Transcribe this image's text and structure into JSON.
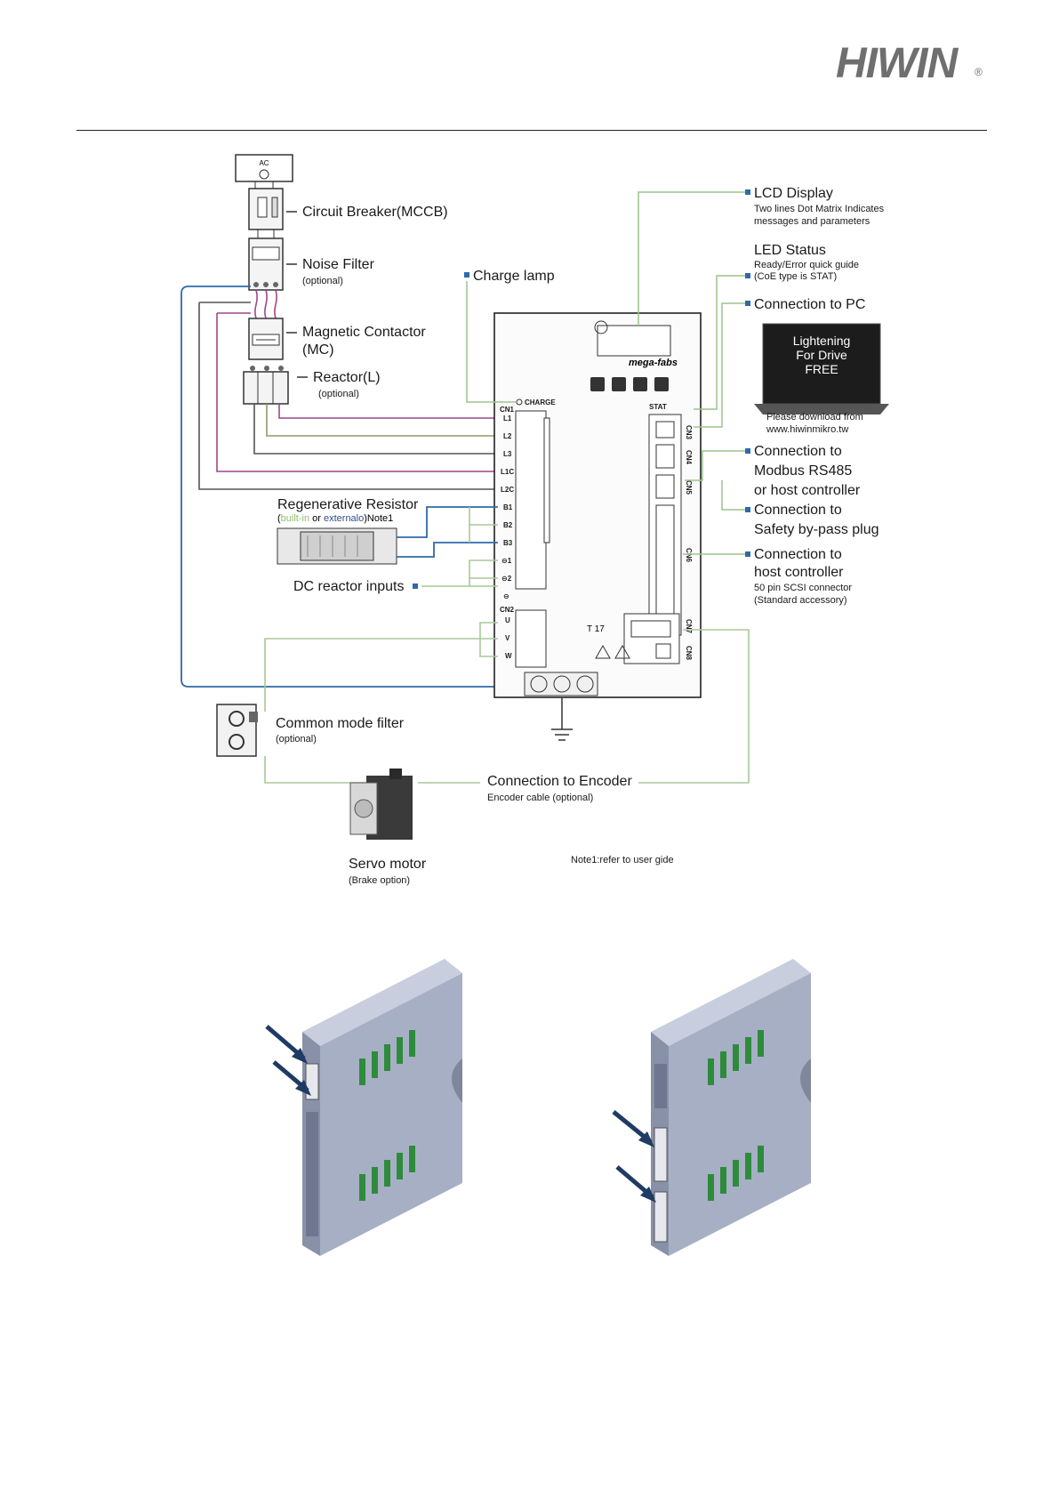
{
  "header": {
    "logo_text": "HIWIN",
    "logo_mark": "®"
  },
  "diagram": {
    "ac_label": "AC",
    "circuit_breaker": "Circuit Breaker(MCCB)",
    "noise_filter": "Noise Filter",
    "noise_filter_note": "(optional)",
    "magnetic_contactor": "Magnetic Contactor",
    "magnetic_contactor_abbr": "(MC)",
    "reactor": "Reactor(L)",
    "reactor_note": "(optional)",
    "charge_lamp": "Charge lamp",
    "lcd_display": "LCD Display",
    "lcd_display_desc_1": "Two lines Dot Matrix Indicates",
    "lcd_display_desc_2": "messages and parameters",
    "led_status": "LED Status",
    "led_status_desc_1": "Ready/Error quick guide",
    "led_status_desc_2": "(CoE type is STAT)",
    "connection_pc": "Connection to PC",
    "laptop_line_1": "Lightening",
    "laptop_line_2": "For Drive",
    "laptop_line_3": "FREE",
    "download_1": "Please download from",
    "download_2": "www.hiwinmikro.tw",
    "modbus_1": "Connection to",
    "modbus_2": "Modbus RS485",
    "modbus_3": "or host controller",
    "safety_1": "Connection to",
    "safety_2": "Safety by-pass plug",
    "host_1": "Connection to",
    "host_2": "host controller",
    "host_3": "50 pin SCSI connector",
    "host_4": "(Standard accessory)",
    "regen_resistor": "Regenerative Resistor",
    "regen_open": "(",
    "regen_builtin": "built-in",
    "regen_or": " or ",
    "regen_external": "externalo",
    "regen_close": ")Note1",
    "dc_reactor": "DC reactor inputs",
    "common_mode": "Common mode filter",
    "common_mode_note": "(optional)",
    "encoder": "Connection to Encoder",
    "encoder_note": "Encoder cable (optional)",
    "servo_motor": "Servo motor",
    "servo_note": "(Brake option)",
    "note1": "Note1:refer to user gide",
    "brand": "mega-fabs",
    "charge_text": "CHARGE",
    "stat_text": "STAT",
    "cn1": "CN1",
    "cn2": "CN2",
    "terminals_top": [
      "L1",
      "L2",
      "L3",
      "L1C",
      "L2C",
      "B1",
      "B2",
      "B3",
      "⊖1",
      "⊖2",
      "⊖"
    ],
    "terminals_bottom": [
      "U",
      "V",
      "W"
    ],
    "port_labels": [
      "CN3",
      "CN4",
      "CN5",
      "CN6",
      "CN7",
      "CN8"
    ],
    "torque_text": "T 17"
  },
  "colors": {
    "green_wire": "#a8c89a",
    "blue_wire": "#2f6aa8",
    "magenta_wire": "#a0458a",
    "device_gray": "#9aa3b8",
    "arrow_navy": "#1f3b63"
  }
}
